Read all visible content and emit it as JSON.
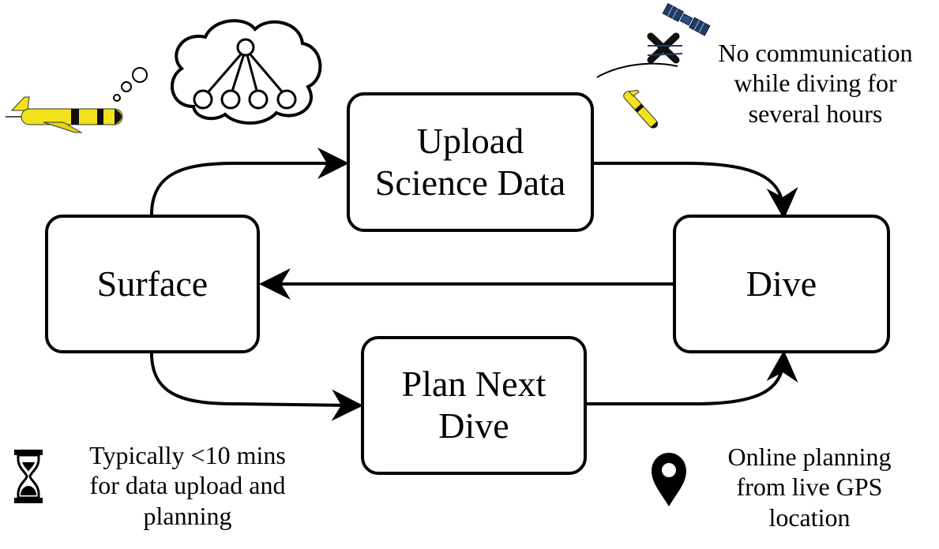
{
  "nodes": {
    "surface": {
      "lines": [
        "Surface"
      ]
    },
    "upload": {
      "lines": [
        "Upload",
        "Science Data"
      ]
    },
    "dive": {
      "lines": [
        "Dive"
      ]
    },
    "plan": {
      "lines": [
        "Plan Next",
        "Dive"
      ]
    }
  },
  "notes": {
    "communication": {
      "lines": [
        "No communication",
        "while diving for",
        "several hours"
      ]
    },
    "timing": {
      "lines": [
        "Typically <10 mins",
        "for data upload and",
        "planning"
      ]
    },
    "gps": {
      "lines": [
        "Online planning",
        "from live GPS",
        "location"
      ]
    }
  },
  "icons": {
    "thought_cloud": "cloud-thought-icon",
    "network": "neural-network-icon",
    "glider": "underwater-glider-icon",
    "satellite": "satellite-icon",
    "no_signal": "no-signal-x-icon",
    "hourglass": "hourglass-icon",
    "location": "location-pin-icon"
  },
  "colors": {
    "glider_yellow": "#f2e21c",
    "satellite_blue": "#1f3d6b",
    "stroke": "#000000"
  }
}
